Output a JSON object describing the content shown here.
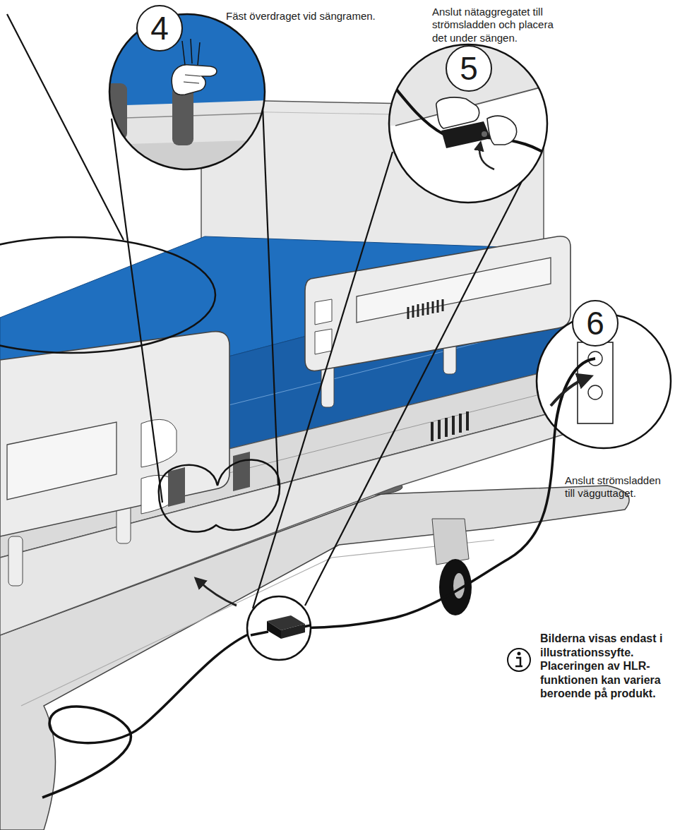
{
  "diagram": {
    "nodes": [
      {
        "text": [
          "4"
        ]
      },
      {
        "text": [
          "5"
        ]
      },
      {
        "text": [
          "6"
        ]
      }
    ],
    "labels": [
      "Fäst överdraget vid sängramen.",
      "Anslut nätaggregatet till strömsladden och placera det under sängen.",
      "Anslut strömsladden till vägguttaget.",
      "Bilderna visas endast i illustrationssyfte. Placeringen av HLR-funktionen kan variera beroende på produkt."
    ]
  }
}
